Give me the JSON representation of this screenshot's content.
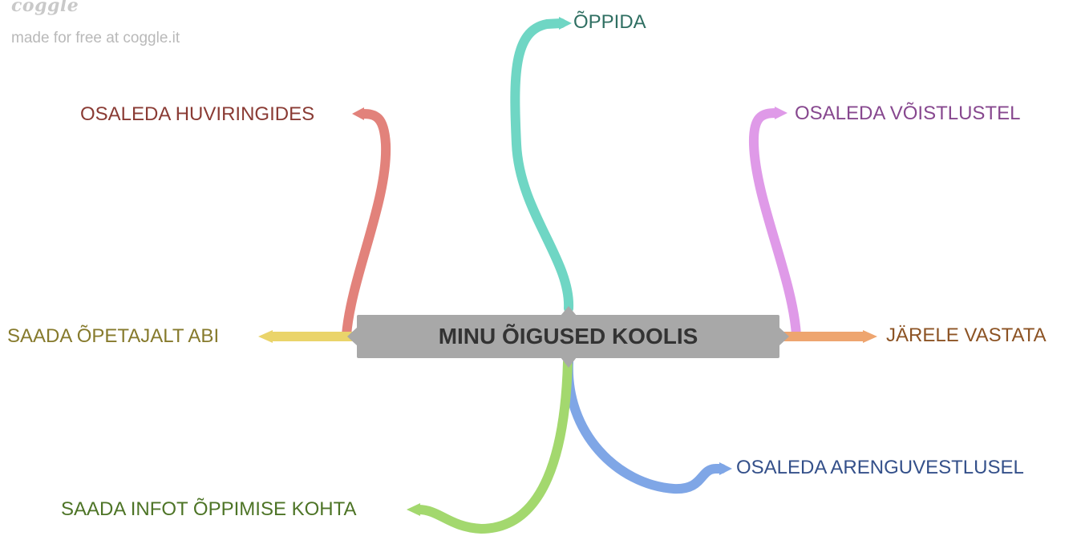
{
  "watermark": {
    "logo": "coggle",
    "text": "made for free at coggle.it"
  },
  "center": {
    "label": "MINU ÕIGUSED KOOLIS",
    "color": "#a8a8a8"
  },
  "branches": [
    {
      "id": "oppida",
      "label": "ÕPPIDA",
      "color": "#6fd6c4",
      "text_color": "#2f6f62"
    },
    {
      "id": "huviringides",
      "label": "OSALEDA HUVIRINGIDES",
      "color": "#e2827b",
      "text_color": "#8a3b34"
    },
    {
      "id": "voistlustel",
      "label": "OSALEDA VÕISTLUSTEL",
      "color": "#df9ae8",
      "text_color": "#87488f"
    },
    {
      "id": "opetajalt-abi",
      "label": "SAADA ÕPETAJALT ABI",
      "color": "#ead46a",
      "text_color": "#867a2c"
    },
    {
      "id": "jarele-vastata",
      "label": "JÄRELE VASTATA",
      "color": "#eea56f",
      "text_color": "#8c5324"
    },
    {
      "id": "arenguvestlusel",
      "label": "OSALEDA ARENGUVESTLUSEL",
      "color": "#7fa6e6",
      "text_color": "#34508a"
    },
    {
      "id": "infot-oppimise",
      "label": "SAADA INFOT ÕPPIMISE KOHTA",
      "color": "#a3d86e",
      "text_color": "#4d7426"
    }
  ]
}
